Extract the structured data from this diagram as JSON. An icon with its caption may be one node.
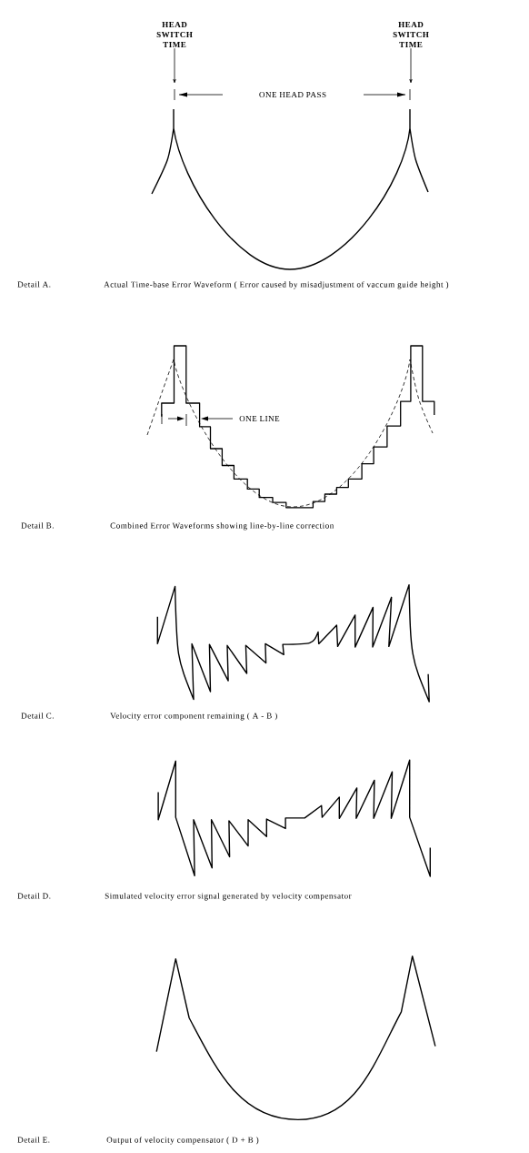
{
  "diagram": {
    "nodes": [
      {
        "text": [
          "HEAD SWITCH TIME"
        ]
      },
      {
        "text": [
          "HEAD SWITCH TIME"
        ]
      }
    ],
    "edges": [
      {
        "from": 0,
        "to": null,
        "arrow": "to"
      },
      {
        "from": 1,
        "to": null,
        "arrow": "to"
      }
    ],
    "labels": [
      "ONE HEAD PASS",
      "Detail A.",
      "Actual Time-base Error Waveform ( Error caused by misadjustment of vaccum guide height )",
      "ONE LINE",
      "Detail B.",
      "Combined Error Waveforms showing line-by-line correction",
      "Detail C.",
      "Velocity error component remaining ( A - B )",
      "Detail D.",
      "Simulated velocity error signal generated by velocity compensator",
      "Detail E.",
      "Output of velocity compensator ( D + B )"
    ]
  }
}
